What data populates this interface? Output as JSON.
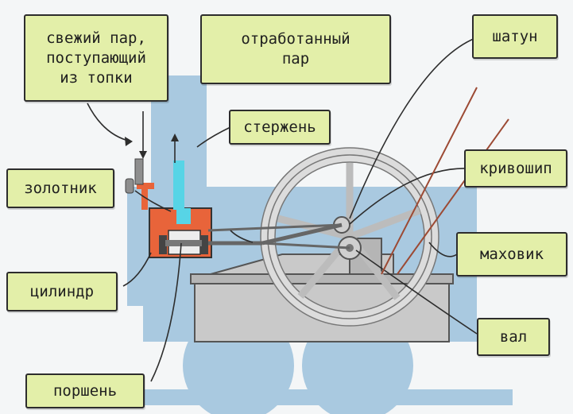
{
  "labels": {
    "fresh_steam": [
      "свежий пар,",
      "поступающий",
      "из топки"
    ],
    "exhaust_steam": [
      "отработанный",
      "пар"
    ],
    "rod": "стержень",
    "slide_valve": "золотник",
    "cylinder": "цилиндр",
    "piston": "поршень",
    "connecting_rod": "шатун",
    "crank": "кривошип",
    "flywheel": "маховик",
    "shaft": "вал"
  },
  "colors": {
    "background": "#f4f6f7",
    "label_fill": "#e3efa9",
    "locomotive_silhouette": "#a9c9e0",
    "machine_gray": "#c9c9c9",
    "machine_dark": "#8e8e8e",
    "steam_blue": "#57d4e6",
    "cylinder_orange": "#e8643a",
    "leader_line": "#2d2d2d",
    "rope_brown": "#9c4a34"
  }
}
